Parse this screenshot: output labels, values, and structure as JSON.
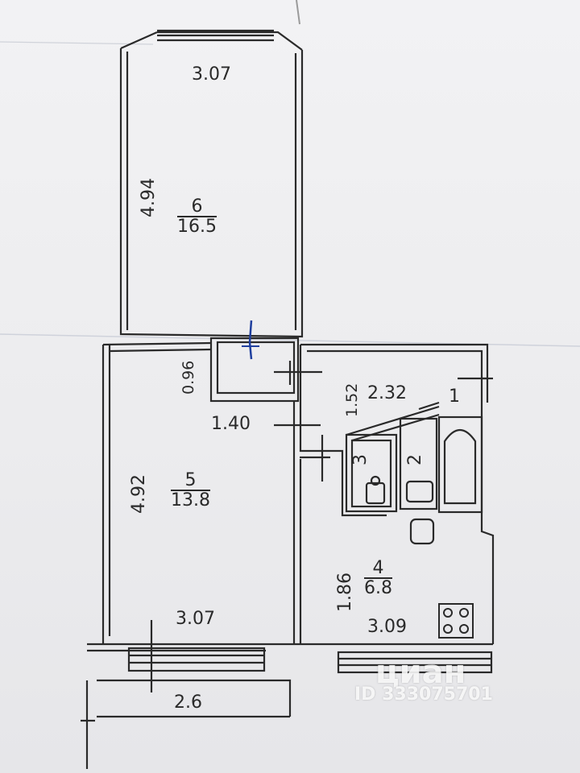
{
  "rooms": {
    "room6": {
      "number": "6",
      "area": "16.5",
      "width": "3.07",
      "length": "4.94"
    },
    "room5": {
      "number": "5",
      "area": "13.8",
      "width_top": "1.40",
      "width_bottom": "3.07",
      "length": "4.92",
      "closet_depth": "0.96"
    },
    "room4": {
      "number": "4",
      "area": "6.8",
      "depth": "1.86",
      "width": "3.09"
    },
    "room3": {
      "number": "3",
      "length": "1.52"
    },
    "room2": {
      "number": "2",
      "length": "2.32"
    },
    "room1": {
      "number": "1"
    },
    "balcony": {
      "width": "2.6"
    }
  },
  "watermark": {
    "brand": "циан",
    "id_text": "ID 333075701"
  },
  "colors": {
    "ink": "#2a2a2a",
    "pen_mark": "#1f3f9e",
    "wall_fill": "#f7f7f7"
  }
}
